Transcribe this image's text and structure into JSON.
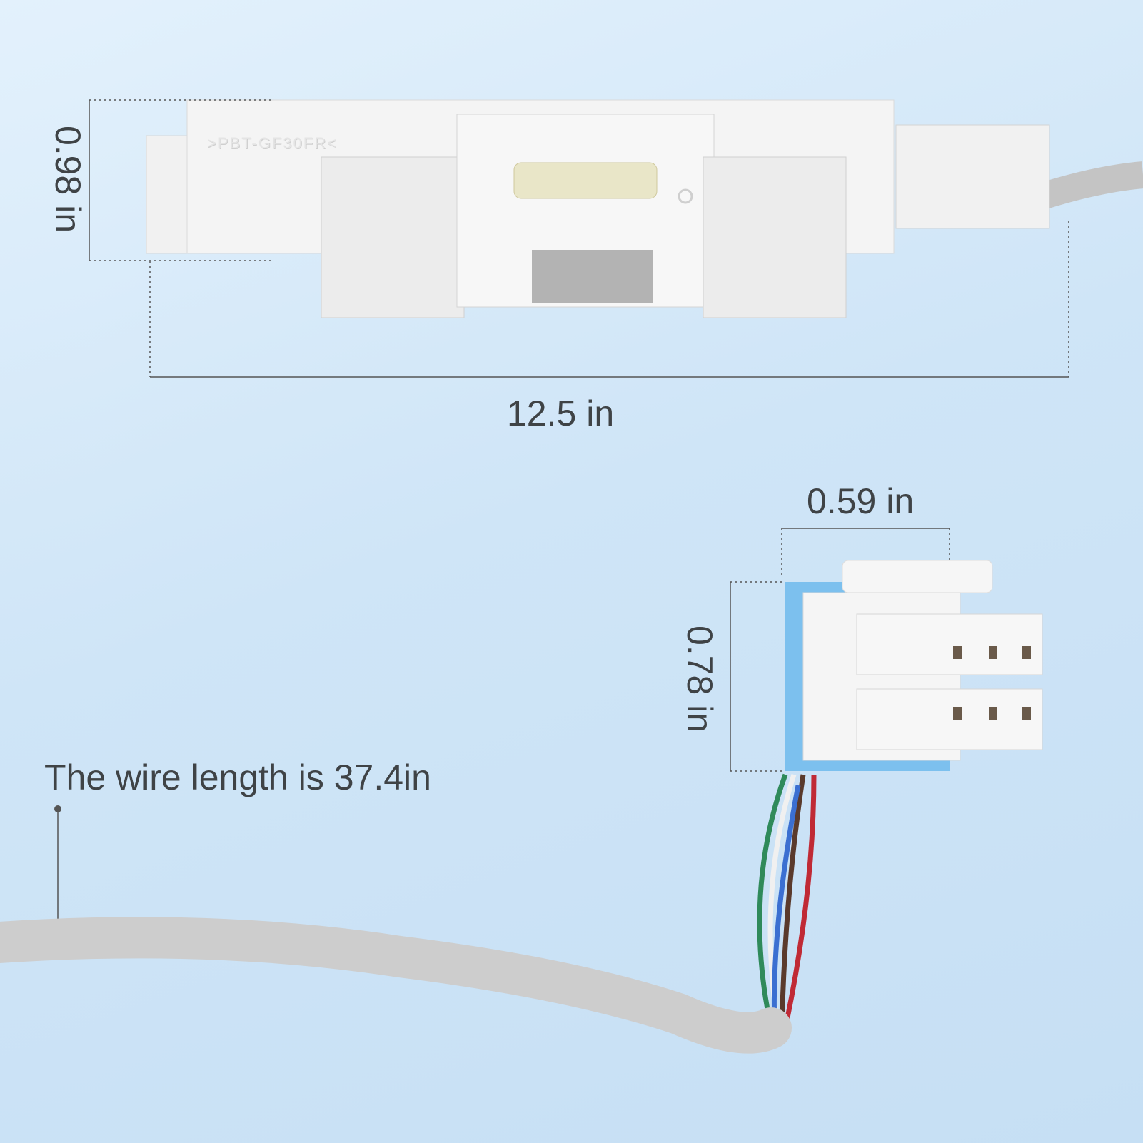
{
  "dimensions": {
    "height_main": "0.98 in",
    "length_main": "12.5 in",
    "connector_width": "0.59 in",
    "connector_height": "0.78 in"
  },
  "wire_note": "The wire length is 37.4in",
  "part_marking": ">PBT-GF30FR<",
  "colors": {
    "background": "#d3e8f8",
    "text": "#3f4346",
    "clip_blue": "#7cc0ee",
    "cable": "#c9c9c9"
  }
}
